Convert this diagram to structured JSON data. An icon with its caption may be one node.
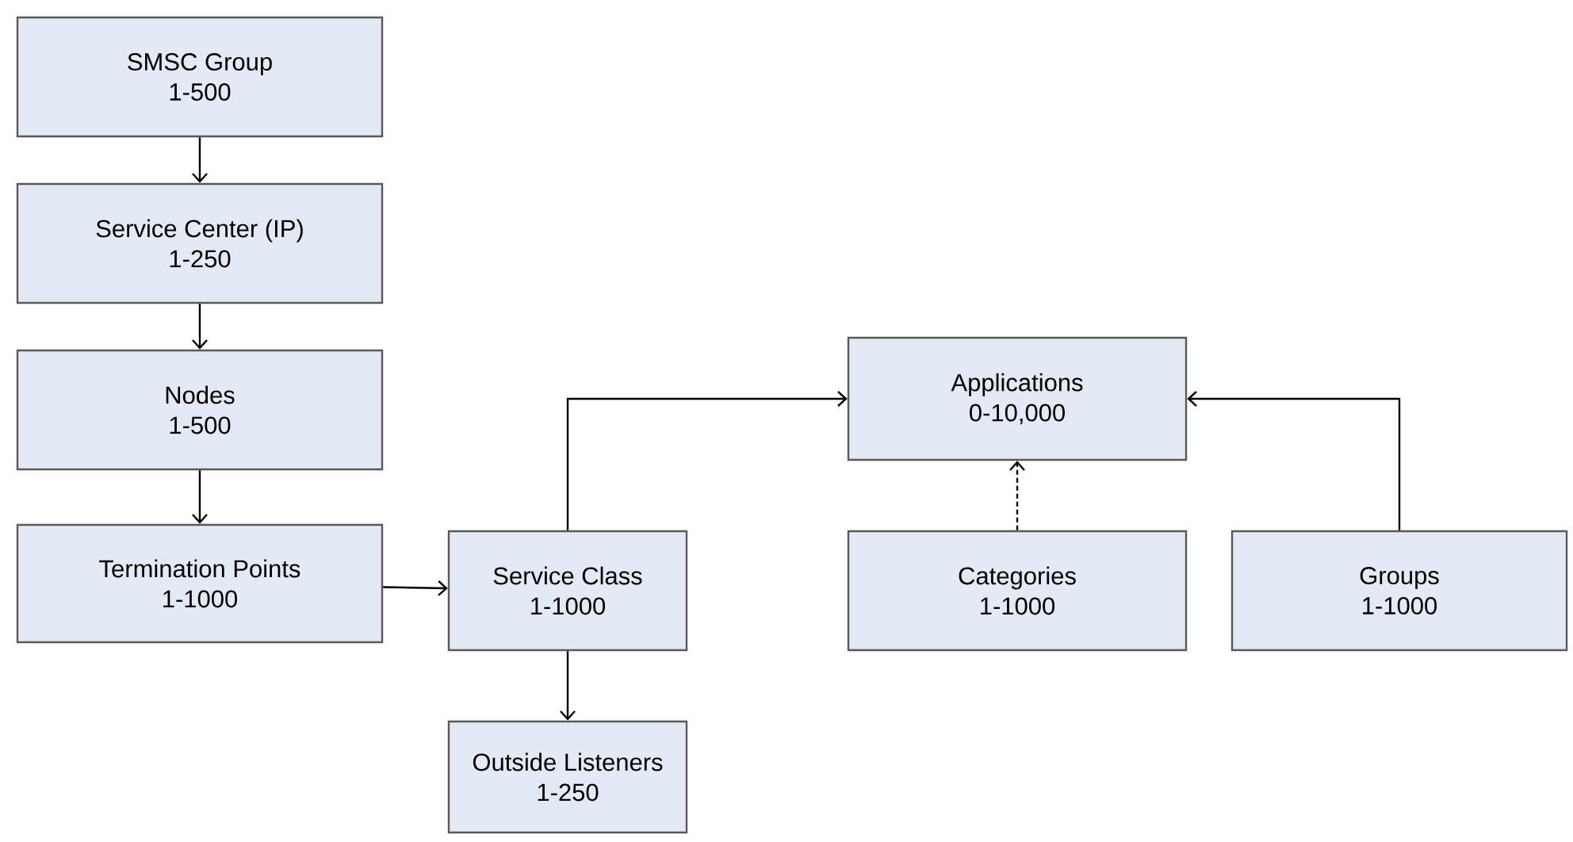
{
  "diagram": {
    "nodes": [
      {
        "text": [
          "SMSC Group",
          "1-500"
        ]
      },
      {
        "text": [
          "Service Center (IP)",
          "1-250"
        ]
      },
      {
        "text": [
          "Nodes",
          "1-500"
        ]
      },
      {
        "text": [
          "Termination Points",
          "1-1000"
        ]
      },
      {
        "text": [
          "Service Class",
          "1-1000"
        ]
      },
      {
        "text": [
          "Outside Listeners",
          "1-250"
        ]
      },
      {
        "text": [
          "Applications",
          "0-10,000"
        ]
      },
      {
        "text": [
          "Categories",
          "1-1000"
        ]
      },
      {
        "text": [
          "Groups",
          "1-1000"
        ]
      }
    ],
    "edges": [
      {
        "from": 0,
        "to": 1,
        "arrow": "to"
      },
      {
        "from": 1,
        "to": 2,
        "arrow": "to"
      },
      {
        "from": 2,
        "to": 3,
        "arrow": "to"
      },
      {
        "from": 3,
        "to": 4,
        "arrow": "to"
      },
      {
        "from": 4,
        "to": 6,
        "arrow": "to"
      },
      {
        "from": 7,
        "to": 6,
        "arrow": "to",
        "style": "dashed"
      },
      {
        "from": 8,
        "to": 6,
        "arrow": "to"
      },
      {
        "from": 4,
        "to": 5,
        "arrow": "to"
      }
    ]
  }
}
